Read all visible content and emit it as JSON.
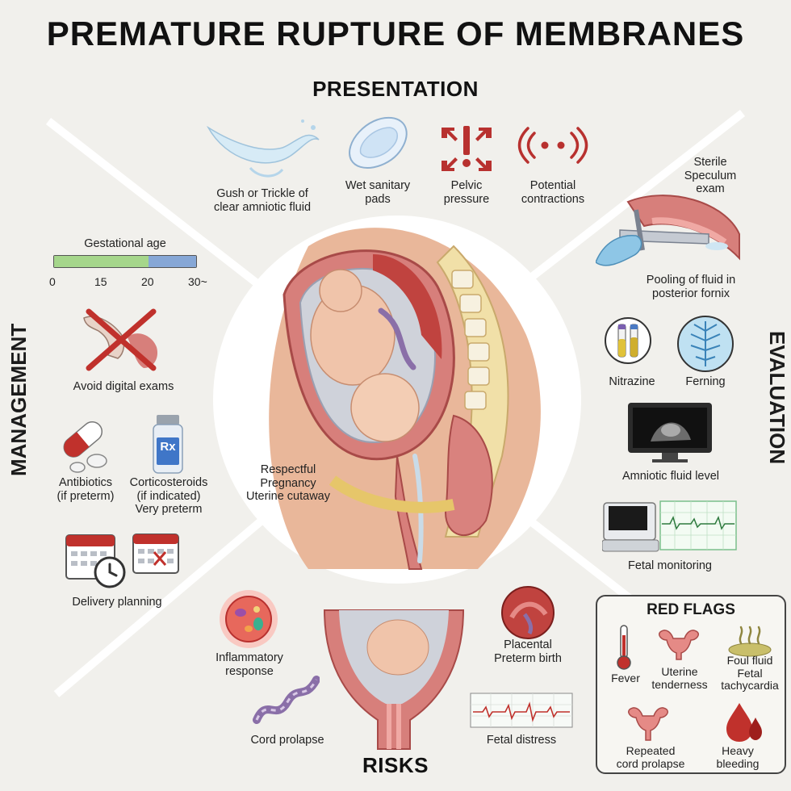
{
  "title": "PREMATURE RUPTURE OF MEMBRANES",
  "sections": {
    "presentation": "PRESENTATION",
    "management": "MANAGEMENT",
    "evaluation": "EVALUATION",
    "risks": "RISKS"
  },
  "presentation": {
    "gush_l1": "Gush or Trickle of",
    "gush_l2": "clear amniotic fluid",
    "pads_l1": "Wet sanitary",
    "pads_l2": "pads",
    "pelvic_l1": "Pelvic",
    "pelvic_l2": "pressure",
    "contr_l1": "Potential",
    "contr_l2": "contractions"
  },
  "center": {
    "l1": "Respectful",
    "l2": "Pregnancy",
    "l3": "Uterine cutaway"
  },
  "management": {
    "gest_title": "Gestational age",
    "ticks": [
      "0",
      "15",
      "20",
      "30~"
    ],
    "gest_green_fraction": 0.667,
    "avoid": "Avoid digital exams",
    "antibiotics_l1": "Antibiotics",
    "antibiotics_l2": "(if preterm)",
    "cortico_l1": "Corticosteroids",
    "cortico_l2": "(if indicated)",
    "cortico_l3": "Very preterm",
    "rx": "Rx",
    "delivery": "Delivery planning"
  },
  "evaluation": {
    "speculum_l1": "Sterile",
    "speculum_l2": "Speculum",
    "speculum_l3": "exam",
    "pooling_l1": "Pooling of fluid in",
    "pooling_l2": "posterior fornix",
    "nitrazine": "Nitrazine",
    "ferning": "Ferning",
    "amniotic": "Amniotic fluid level",
    "fetal_monitoring": "Fetal monitoring"
  },
  "risks": {
    "inflam_l1": "Inflammatory",
    "inflam_l2": "response",
    "placental_l1": "Placental",
    "placental_l2": "Preterm birth",
    "cord": "Cord prolapse",
    "distress": "Fetal distress"
  },
  "red_flags": {
    "title": "RED FLAGS",
    "fever": "Fever",
    "uterine_l1": "Uterine",
    "uterine_l2": "tenderness",
    "foul_l1": "Foul fluid",
    "foul_l2": "Fetal",
    "foul_l3": "tachycardia",
    "repeated_l1": "Repeated",
    "repeated_l2": "cord prolapse",
    "heavy_l1": "Heavy",
    "heavy_l2": "bleeding"
  },
  "colors": {
    "accent_red": "#c0312c",
    "skin": "#e9b79a",
    "uterus": "#d77f7b",
    "fluid_blue": "#cfe6f3"
  }
}
